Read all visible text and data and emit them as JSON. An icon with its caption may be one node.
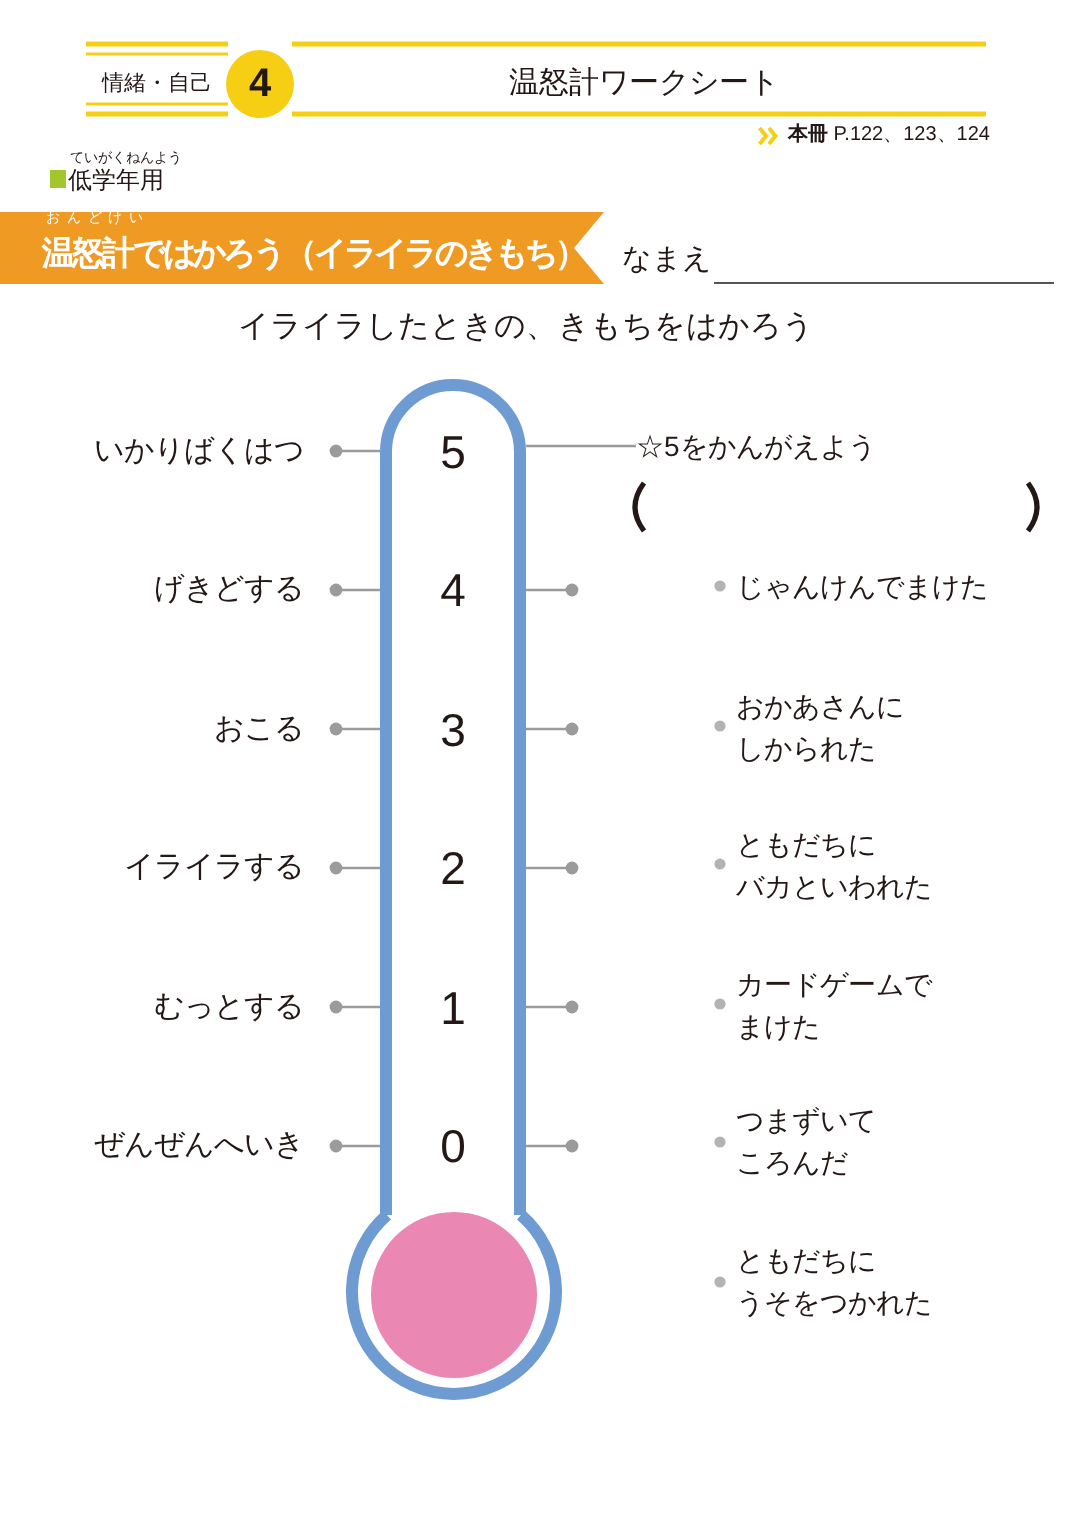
{
  "diagram": {
    "title": "温怒計ワークシート",
    "nodes": [
      {
        "text": [
          "4"
        ]
      },
      {
        "text": [
          "おんどけい",
          "温怒計ではかろう（イライラのきもち）"
        ]
      },
      {
        "text": [],
        "shape": "thermometer"
      },
      {
        "text": [
          "5"
        ],
        "in": 2
      },
      {
        "text": [
          "4"
        ],
        "in": 2
      },
      {
        "text": [
          "3"
        ],
        "in": 2
      },
      {
        "text": [
          "2"
        ],
        "in": 2
      },
      {
        "text": [
          "1"
        ],
        "in": 2
      },
      {
        "text": [
          "0"
        ],
        "in": 2
      },
      {
        "text": [
          "いかりばくはつ"
        ]
      },
      {
        "text": [
          "げきどする"
        ]
      },
      {
        "text": [
          "おこる"
        ]
      },
      {
        "text": [
          "イライラする"
        ]
      },
      {
        "text": [
          "むっとする"
        ]
      },
      {
        "text": [
          "ぜんぜんへいき"
        ]
      },
      {
        "text": [
          "☆5をかんがえよう"
        ]
      }
    ],
    "edges": [
      {
        "from": 2,
        "to": 9,
        "arrow": "other"
      },
      {
        "from": 2,
        "to": 10,
        "arrow": "other"
      },
      {
        "from": 2,
        "to": 11,
        "arrow": "other"
      },
      {
        "from": 2,
        "to": 12,
        "arrow": "other"
      },
      {
        "from": 2,
        "to": 13,
        "arrow": "other"
      },
      {
        "from": 2,
        "to": 14,
        "arrow": "other"
      },
      {
        "from": 2,
        "to": 15,
        "arrow": "none"
      },
      {
        "from": 2,
        "to": null,
        "arrow": "other"
      },
      {
        "from": 2,
        "to": null,
        "arrow": "other"
      },
      {
        "from": 2,
        "to": null,
        "arrow": "other"
      },
      {
        "from": 2,
        "to": null,
        "arrow": "other"
      },
      {
        "from": 2,
        "to": null,
        "arrow": "other"
      }
    ],
    "labels": [
      "情緒・自己",
      "**本冊** P.122、123、124",
      "ていがくねんよう",
      "低学年用",
      "なまえ",
      "イライラしたときの、きもちをはかろう",
      "じゃんけんでまけた",
      "おかあさんにしかられた",
      "ともだちにバカといわれた",
      "カードゲームでまけた",
      "つまずいてころんだ",
      "ともだちにうそをつかれた"
    ]
  }
}
